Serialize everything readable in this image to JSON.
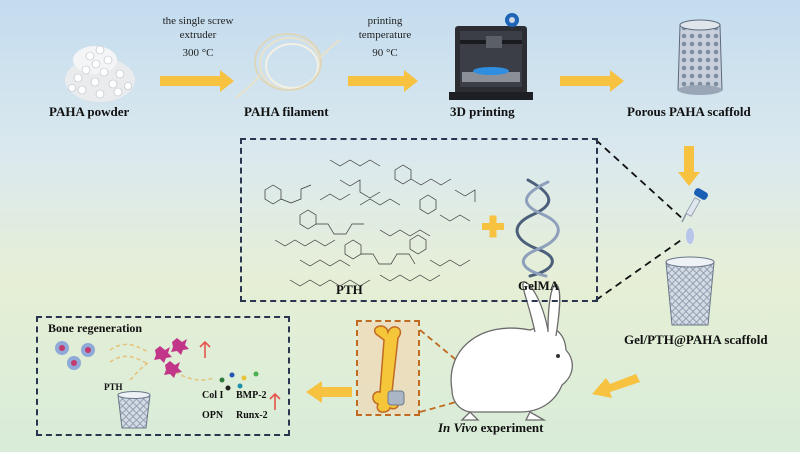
{
  "steps": {
    "powder": "PAHA powder",
    "filament": "PAHA filament",
    "printing": "3D printing",
    "porous": "Porous PAHA scaffold",
    "gel_scaffold": "Gel/PTH@PAHA scaffold"
  },
  "process": {
    "extruder_line1": "the single screw",
    "extruder_line2": "extruder",
    "extruder_temp": "300 °C",
    "print_line1": "printing",
    "print_line2": "temperature",
    "print_temp": "90 °C"
  },
  "materials": {
    "pth": "PTH",
    "gelma": "GelMA"
  },
  "bone_panel": {
    "title": "Bone regeneration",
    "pth": "PTH",
    "markers": {
      "col1": "Col I",
      "bmp2": "BMP-2",
      "opn": "OPN",
      "runx2": "Runx-2"
    }
  },
  "invivo": {
    "italic": "In Vivo",
    "rest": " experiment"
  },
  "colors": {
    "arrow": "#f7c23f",
    "dash_border": "#2a3550",
    "bone": "#f6c63a",
    "bone_outline": "#c06a22",
    "up_arrow": "#e5534b",
    "scaffold": "#b9c4d2"
  }
}
